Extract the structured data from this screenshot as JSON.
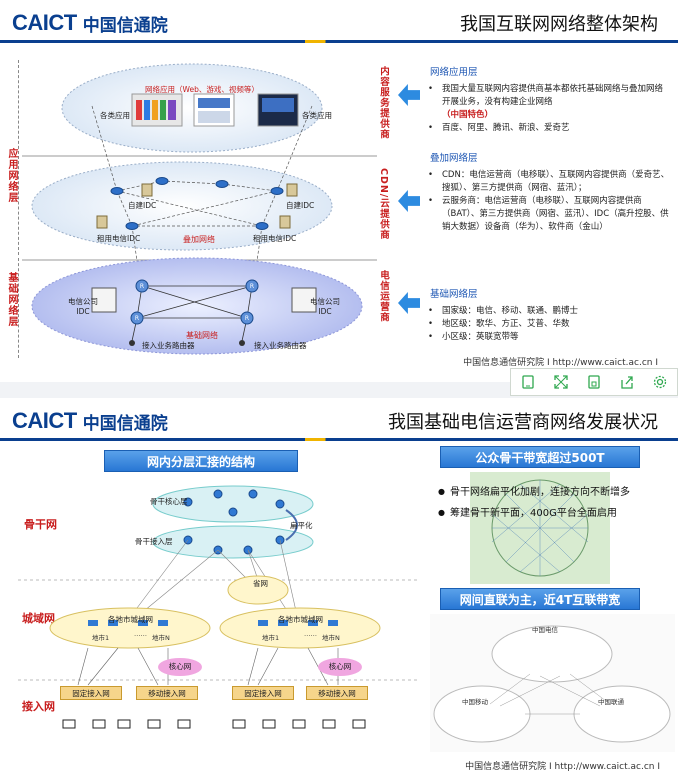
{
  "slide1": {
    "logo_en": "CAICT",
    "logo_cn": "中国信通院",
    "title": "我国互联网网络整体架构",
    "footer": "中国信息通信研究院  I  http://www.caict.ac.cn  I",
    "left_labels": {
      "app_layer": "应用网络层",
      "base_layer": "基础网络层"
    },
    "diagram": {
      "web_apps": "网络应用（Web、游戏、视频等）",
      "various_apps_left": "各类应用",
      "various_apps_right": "各类应用",
      "self_idc_1": "自建IDC",
      "self_idc_2": "自建IDC",
      "rented_idc_1": "租用电信IDC",
      "rented_idc_2": "租用电信IDC",
      "overlay_net": "叠加网络",
      "telecom_idc_left": "电信公司\nIDC",
      "telecom_idc_right": "电信公司\nIDC",
      "base_net": "基础网络",
      "access_left": "接入业务路由器",
      "access_right": "接入业务路由器",
      "router_glyph": "R"
    },
    "side_vert": {
      "content": "内容服务提供商",
      "cdn": "CDN/云提供商",
      "telecom": "电信运营商"
    },
    "sections": [
      {
        "heading": "网络应用层",
        "items": [
          {
            "text": "我国大量互联网内容提供商基本都依托基础网络与叠加网络开展业务，没有构建企业网络",
            "highlight": "（中国特色）"
          },
          {
            "text": "百度、阿里、腾讯、新浪、爱奇艺",
            "highlight": ""
          }
        ]
      },
      {
        "heading": "叠加网络层",
        "items": [
          {
            "text": "CDN：电信运营商（电移联）、互联网内容提供商（爱奇艺、搜狐）、第三方提供商（网宿、蓝汛）；",
            "highlight": ""
          },
          {
            "text": "云服务商：电信运营商（电移联）、互联网内容提供商（BAT）、第三方提供商（网宿、蓝汛）、IDC（高升控股、供销大数据）设备商（华为）、软件商（金山）",
            "highlight": ""
          }
        ]
      },
      {
        "heading": "基础网络层",
        "items": [
          {
            "text": "国家级：电信、移动、联通、鹏博士",
            "highlight": ""
          },
          {
            "text": "地区级：歌华、方正、艾普、华数",
            "highlight": ""
          },
          {
            "text": "小区级：英联宽带等",
            "highlight": ""
          }
        ]
      }
    ]
  },
  "toolbar": {
    "icons": [
      "tablet-icon",
      "fullscreen-icon",
      "save-icon",
      "share-icon",
      "gear-icon"
    ]
  },
  "slide2": {
    "logo_en": "CAICT",
    "logo_cn": "中国信通院",
    "title": "我国基础电信运营商网络发展状况",
    "footer": "中国信息通信研究院  I  http://www.caict.ac.cn  I",
    "banner_left": "网内分层汇接的结构",
    "banner_right_top": "公众骨干带宽超过500T",
    "banner_right_bottom": "网间直联为主，近4T互联带宽",
    "left_labels": {
      "backbone": "骨干网",
      "metro": "城域网",
      "access": "接入网"
    },
    "diagram": {
      "core_layer": "骨干核心层",
      "access_layer": "骨干接入层",
      "flatten": "扁平化",
      "province_net": "省网",
      "metro_left": "各地市城域网",
      "metro_right": "各地市城域网",
      "core_net_left": "核心网",
      "core_net_right": "核心网",
      "fixed_access_1": "固定接入网",
      "mobile_access_1": "移动接入网",
      "fixed_access_2": "固定接入网",
      "mobile_access_2": "移动接入网",
      "city_a": "地市1",
      "city_n": "地市N",
      "ellipsis": "……",
      "china_telecom": "中国电信",
      "china_mobile": "中国移动",
      "china_unicom": "中国联通"
    },
    "bullets": [
      "骨干网络扁平化加剧，连接方向不断增多",
      "筹建骨干新平面，400G平台全面启用"
    ]
  }
}
